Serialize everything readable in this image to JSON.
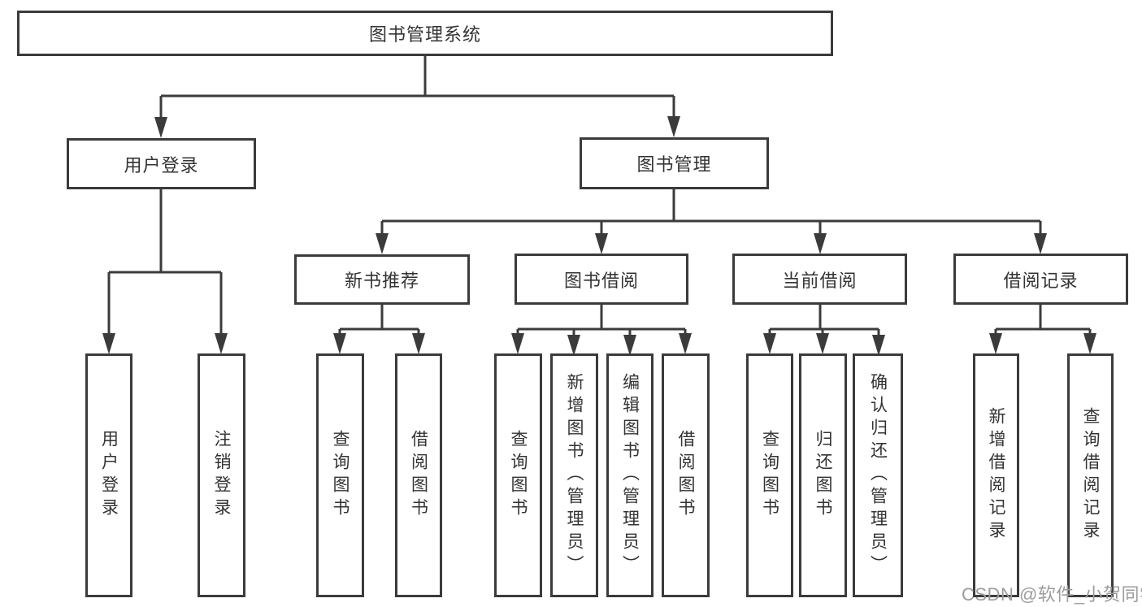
{
  "tree": {
    "label": "图书管理系统",
    "children": [
      {
        "label": "用户登录",
        "children": [
          {
            "label": "用户登录"
          },
          {
            "label": "注销登录"
          }
        ]
      },
      {
        "label": "图书管理",
        "children": [
          {
            "label": "新书推荐",
            "children": [
              {
                "label": "查询图书"
              },
              {
                "label": "借阅图书"
              }
            ]
          },
          {
            "label": "图书借阅",
            "children": [
              {
                "label": "查询图书"
              },
              {
                "label": "新增图书（管理员）"
              },
              {
                "label": "编辑图书（管理员）"
              },
              {
                "label": "借阅图书"
              }
            ]
          },
          {
            "label": "当前借阅",
            "children": [
              {
                "label": "查询图书"
              },
              {
                "label": "归还图书"
              },
              {
                "label": "确认归还（管理员）"
              }
            ]
          },
          {
            "label": "借阅记录",
            "children": [
              {
                "label": "新增借阅记录"
              },
              {
                "label": "查询借阅记录"
              }
            ]
          }
        ]
      }
    ]
  },
  "watermark": "CSDN @软件_小贺同学",
  "colors": {
    "line": "#3b3b3b",
    "border": "#3b3b3b",
    "text": "#333333",
    "watermark": "#9c9c9c",
    "background": "#ffffff"
  }
}
